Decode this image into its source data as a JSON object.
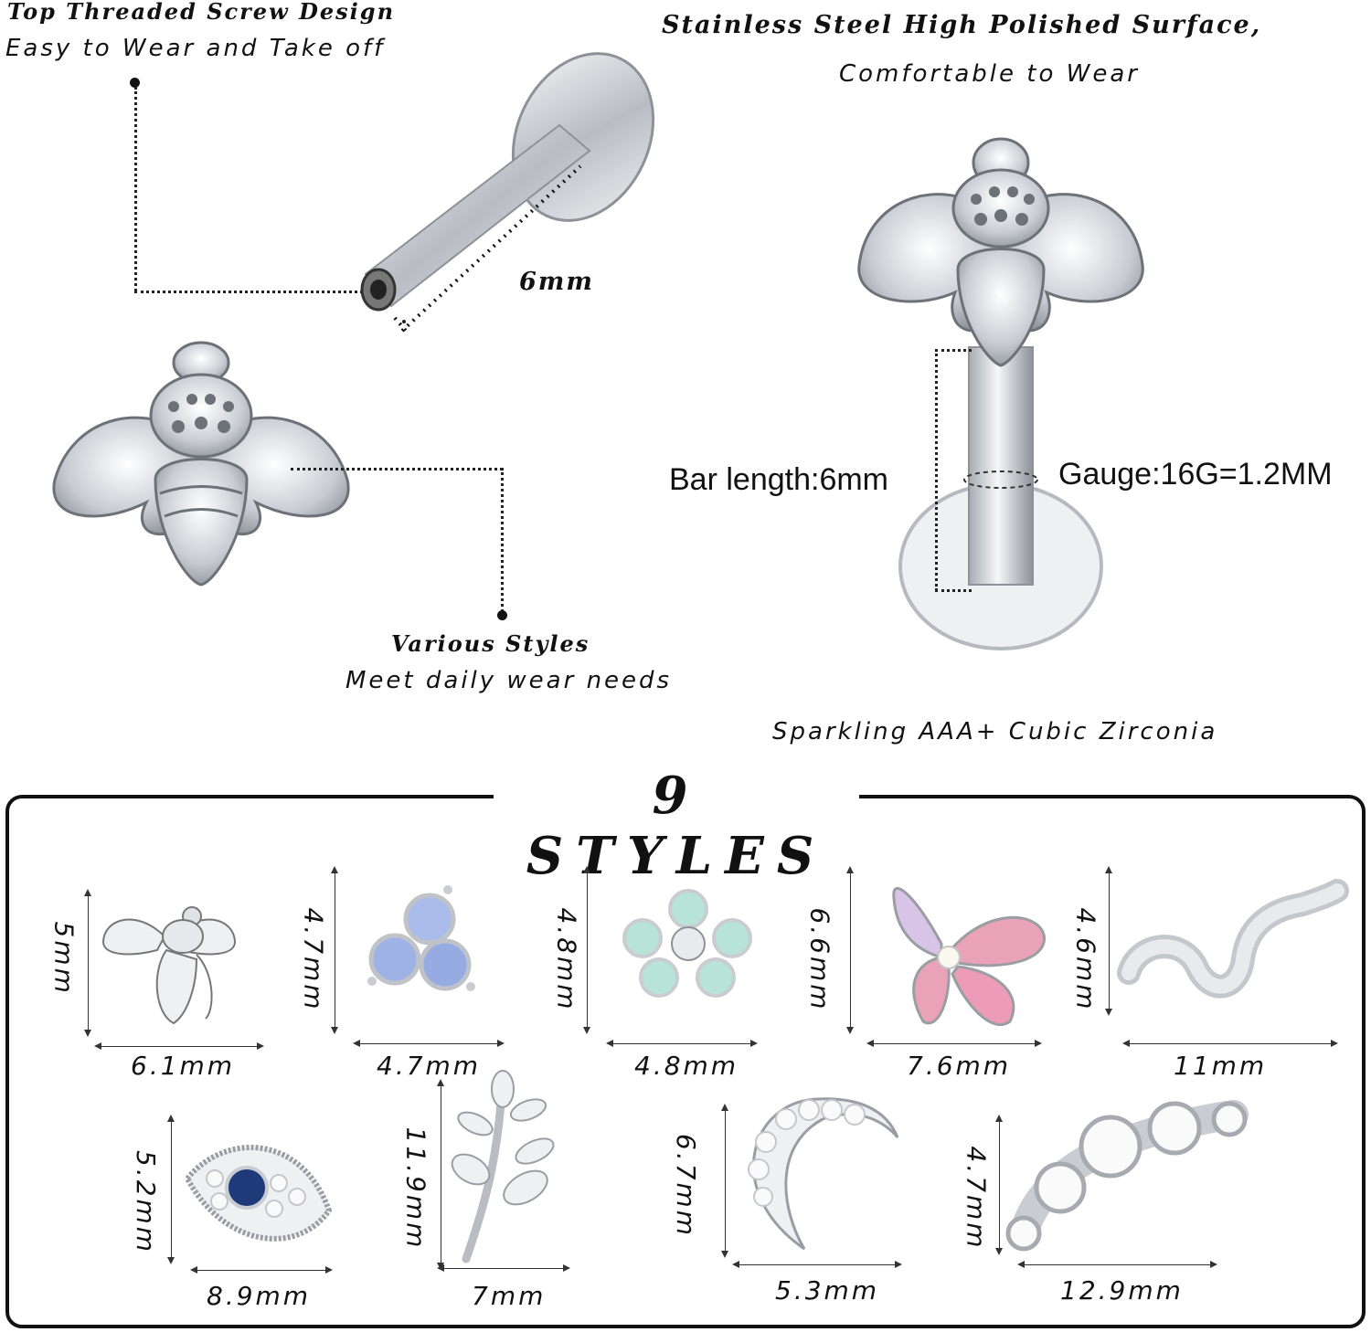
{
  "callouts": {
    "top_left_title": "Top Threaded Screw Design",
    "top_left_sub": "Easy to Wear and Take off",
    "top_right_title": "Stainless Steel High Polished Surface,",
    "top_right_sub": "Comfortable to Wear",
    "bar_measure": "6mm",
    "middle_title": "Various Styles",
    "middle_sub": "Meet daily wear needs",
    "bar_length": "Bar length:6mm",
    "gauge": "Gauge:16G=1.2MM",
    "zirconia": "Sparkling AAA+ Cubic Zirconia"
  },
  "styles_panel": {
    "title": "9 STYLES",
    "items": [
      {
        "name": "bee",
        "height": "5mm",
        "width": "6.1mm"
      },
      {
        "name": "opal-trinity",
        "height": "4.7mm",
        "width": "4.7mm"
      },
      {
        "name": "flower",
        "height": "4.8mm",
        "width": "4.8mm"
      },
      {
        "name": "butterfly",
        "height": "6.6mm",
        "width": "7.6mm"
      },
      {
        "name": "snake",
        "height": "4.6mm",
        "width": "11mm"
      },
      {
        "name": "evil-eye",
        "height": "5.2mm",
        "width": "8.9mm"
      },
      {
        "name": "leaf",
        "height": "11.9mm",
        "width": "7mm"
      },
      {
        "name": "moon",
        "height": "6.7mm",
        "width": "5.3mm"
      },
      {
        "name": "bezel-cluster",
        "height": "4.7mm",
        "width": "12.9mm"
      }
    ]
  },
  "colors": {
    "steel": "#c9ccd1",
    "steel_dark": "#8d9299",
    "opal": "#9fb2e6",
    "pink": "#e9a2b8",
    "blue_gem": "#1e3a78"
  }
}
